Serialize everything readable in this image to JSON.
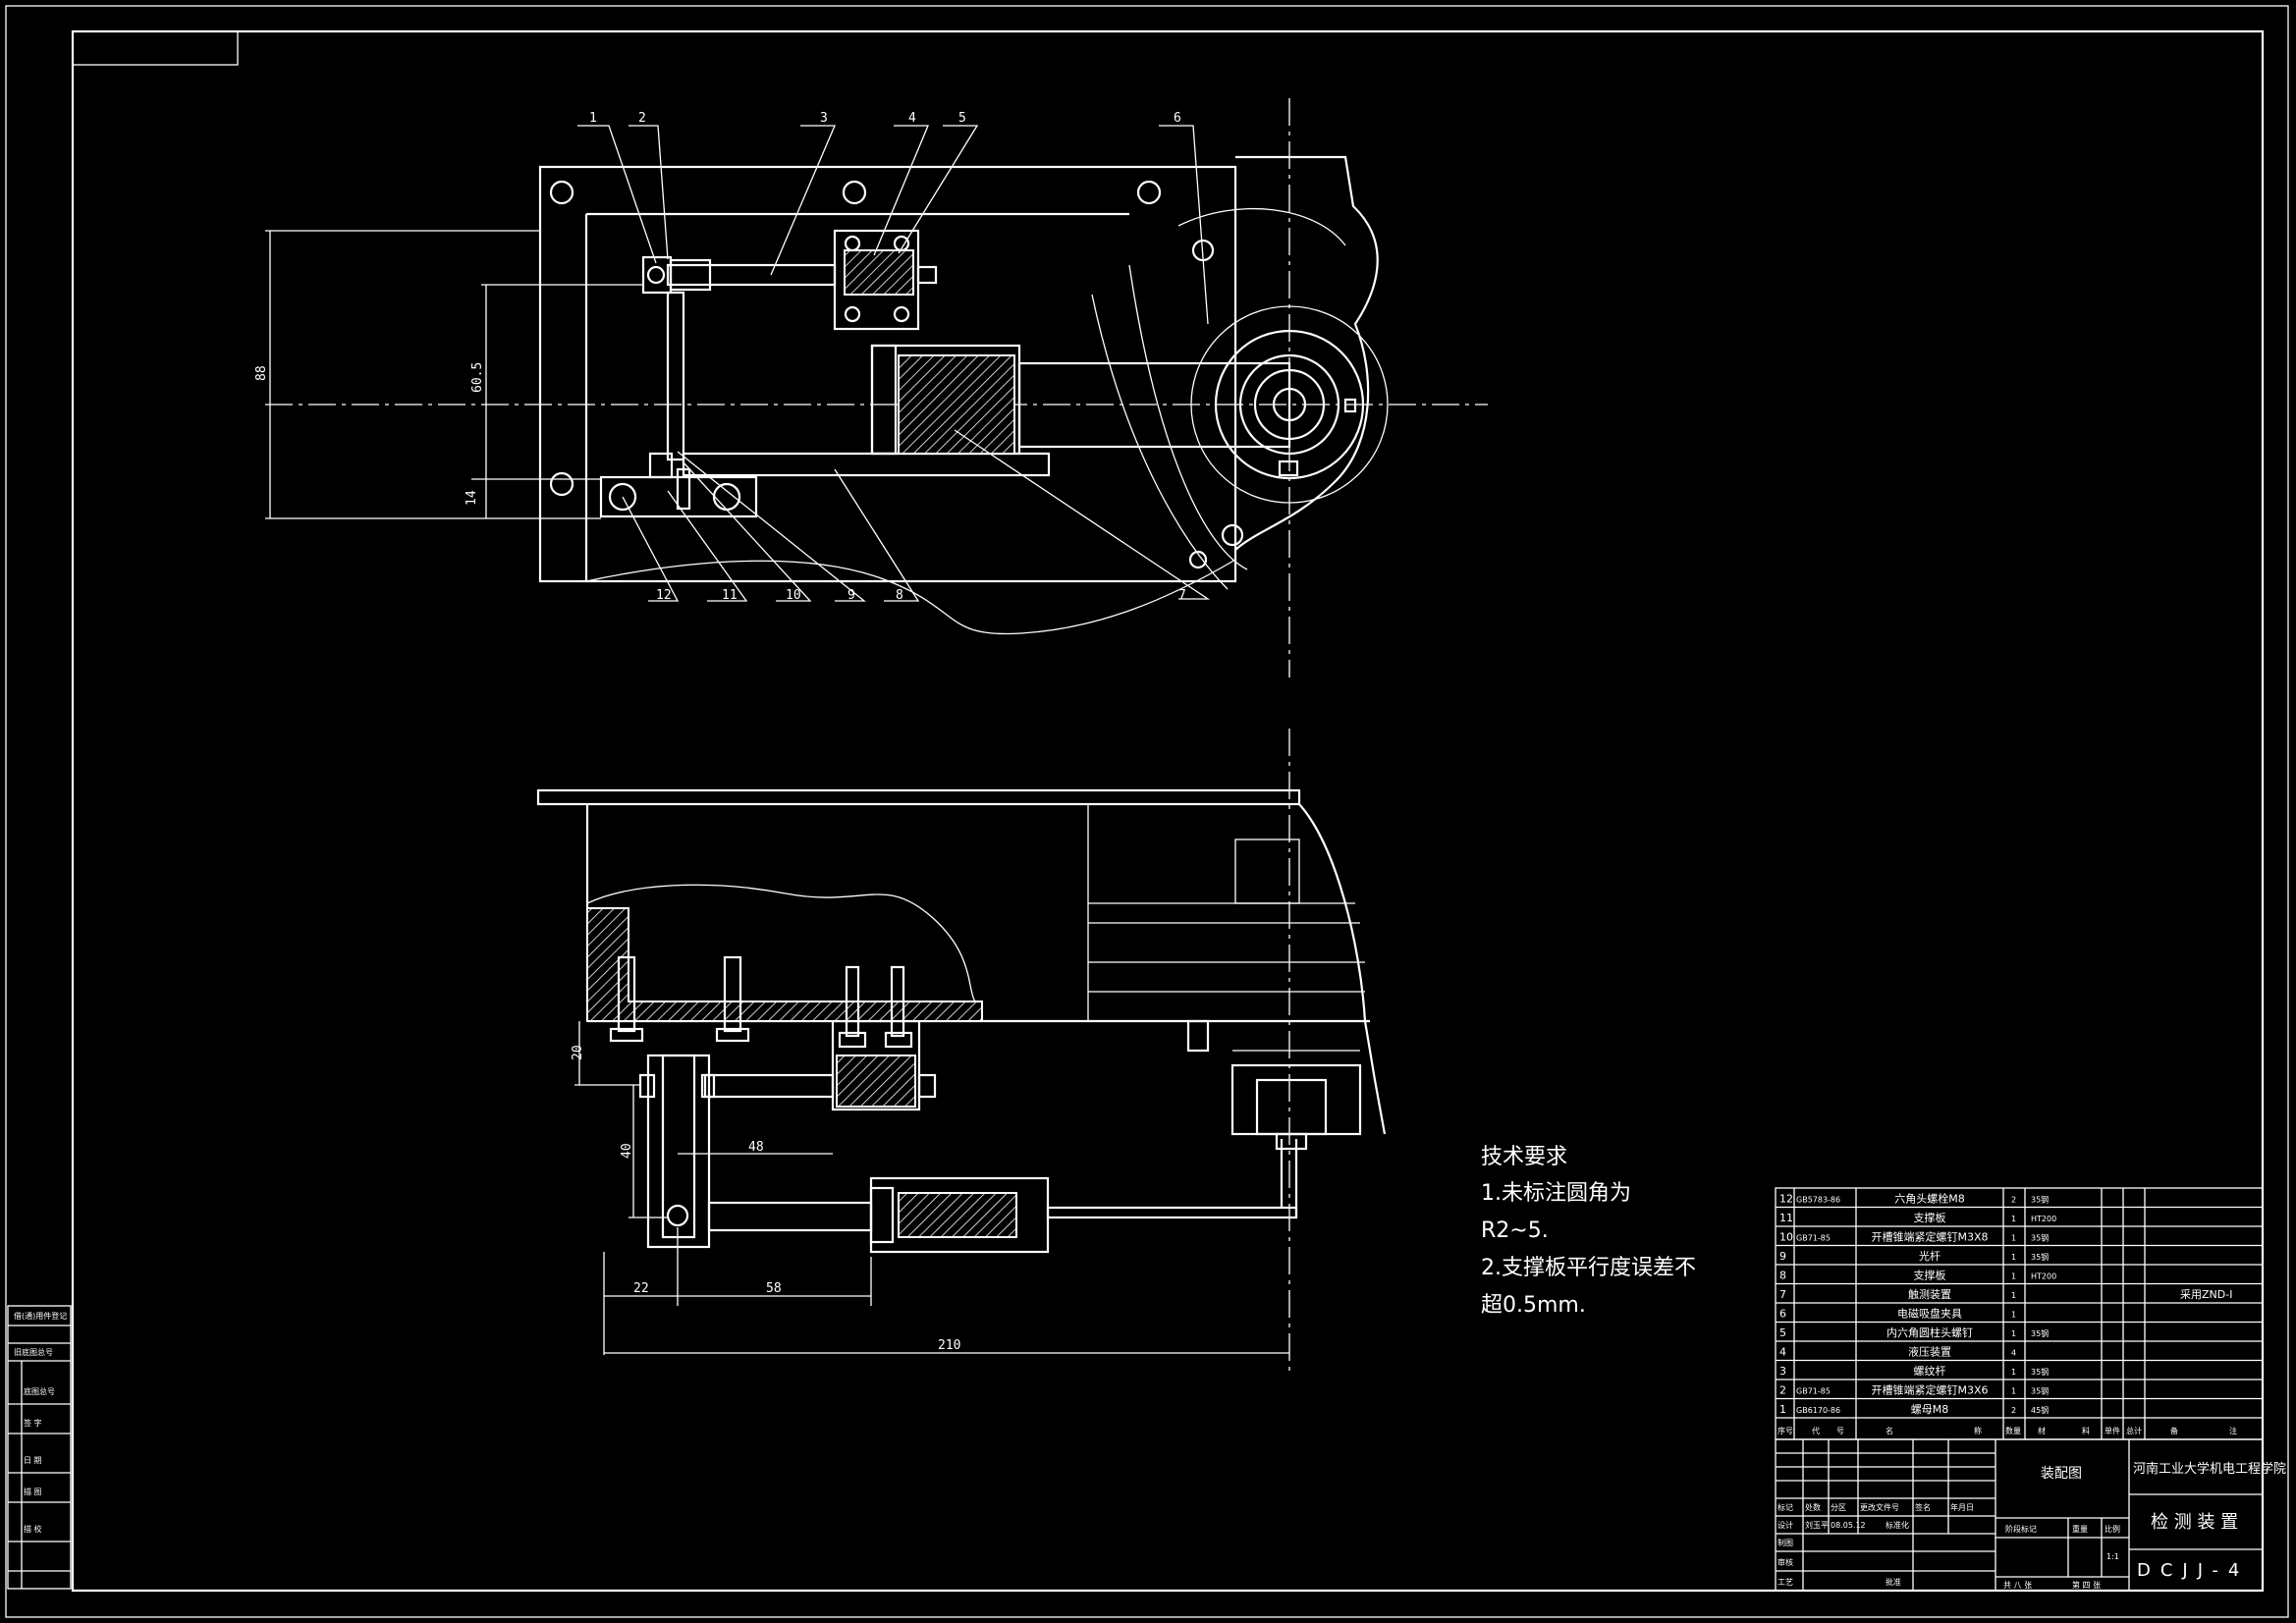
{
  "dimensions": {
    "top": [
      "88",
      "60.5",
      "14"
    ],
    "bottom": [
      "20",
      "40",
      "48",
      "22",
      "58",
      "210"
    ]
  },
  "balloons": [
    "1",
    "2",
    "3",
    "4",
    "5",
    "6",
    "7",
    "8",
    "9",
    "10",
    "11",
    "12"
  ],
  "requirements": {
    "title": "技术要求",
    "line1": "1.未标注圆角为",
    "line2": "R2~5.",
    "line3": "2.支撑板平行度误差不",
    "line4": "超0.5mm."
  },
  "bom": {
    "rows": [
      {
        "no": "12",
        "code": "GB5783-86",
        "name": "六角头螺栓M8",
        "qty": "2",
        "material": "35钢",
        "note": ""
      },
      {
        "no": "11",
        "code": "",
        "name": "支撑板",
        "qty": "1",
        "material": "HT200",
        "note": ""
      },
      {
        "no": "10",
        "code": "GB71-85",
        "name": "开槽锥端紧定螺钉M3X8",
        "qty": "1",
        "material": "35钢",
        "note": ""
      },
      {
        "no": "9",
        "code": "",
        "name": "光杆",
        "qty": "1",
        "material": "35钢",
        "note": ""
      },
      {
        "no": "8",
        "code": "",
        "name": "支撑板",
        "qty": "1",
        "material": "HT200",
        "note": ""
      },
      {
        "no": "7",
        "code": "",
        "name": "触测装置",
        "qty": "1",
        "material": "",
        "note": "采用ZND-I"
      },
      {
        "no": "6",
        "code": "",
        "name": "电磁吸盘夹具",
        "qty": "1",
        "material": "",
        "note": ""
      },
      {
        "no": "5",
        "code": "",
        "name": "内六角圆柱头螺钉",
        "qty": "1",
        "material": "35钢",
        "note": ""
      },
      {
        "no": "4",
        "code": "",
        "name": "液压装置",
        "qty": "4",
        "material": "",
        "note": ""
      },
      {
        "no": "3",
        "code": "",
        "name": "螺纹杆",
        "qty": "1",
        "material": "35钢",
        "note": ""
      },
      {
        "no": "2",
        "code": "GB71-85",
        "name": "开槽锥端紧定螺钉M3X6",
        "qty": "1",
        "material": "35钢",
        "note": ""
      },
      {
        "no": "1",
        "code": "GB6170-86",
        "name": "螺母M8",
        "qty": "2",
        "material": "45钢",
        "note": ""
      }
    ],
    "header": [
      "序号",
      "代",
      "号",
      "名",
      "称",
      "数量",
      "材",
      "料",
      "单件",
      "总计",
      "备",
      "注"
    ]
  },
  "title_block": {
    "drawing_name": "装配图",
    "school": "河南工业大学机电工程学院",
    "product": "检 测 装 置",
    "drawing_no": "DCJJ-4",
    "rev_headers": [
      "标记",
      "处数",
      "分区",
      "更改文件号",
      "签名",
      "年月日"
    ],
    "designer_label": "设计",
    "designer": "刘玉平",
    "date": "08.05.12",
    "std_label": "标准化",
    "draw_label": "制图",
    "check_label": "审核",
    "process_label": "工艺",
    "approve_label": "批准",
    "stage_label": "阶段标记",
    "weight_label": "重量",
    "scale_label": "比例",
    "scale": "1:1",
    "sheets_total": "共 八 张",
    "sheet_no": "第 四 张"
  },
  "side_strip": [
    "借(通)用件登记",
    "旧底图总号",
    "底图总号",
    "签 字",
    "日 期",
    "描 图",
    "描 校"
  ]
}
